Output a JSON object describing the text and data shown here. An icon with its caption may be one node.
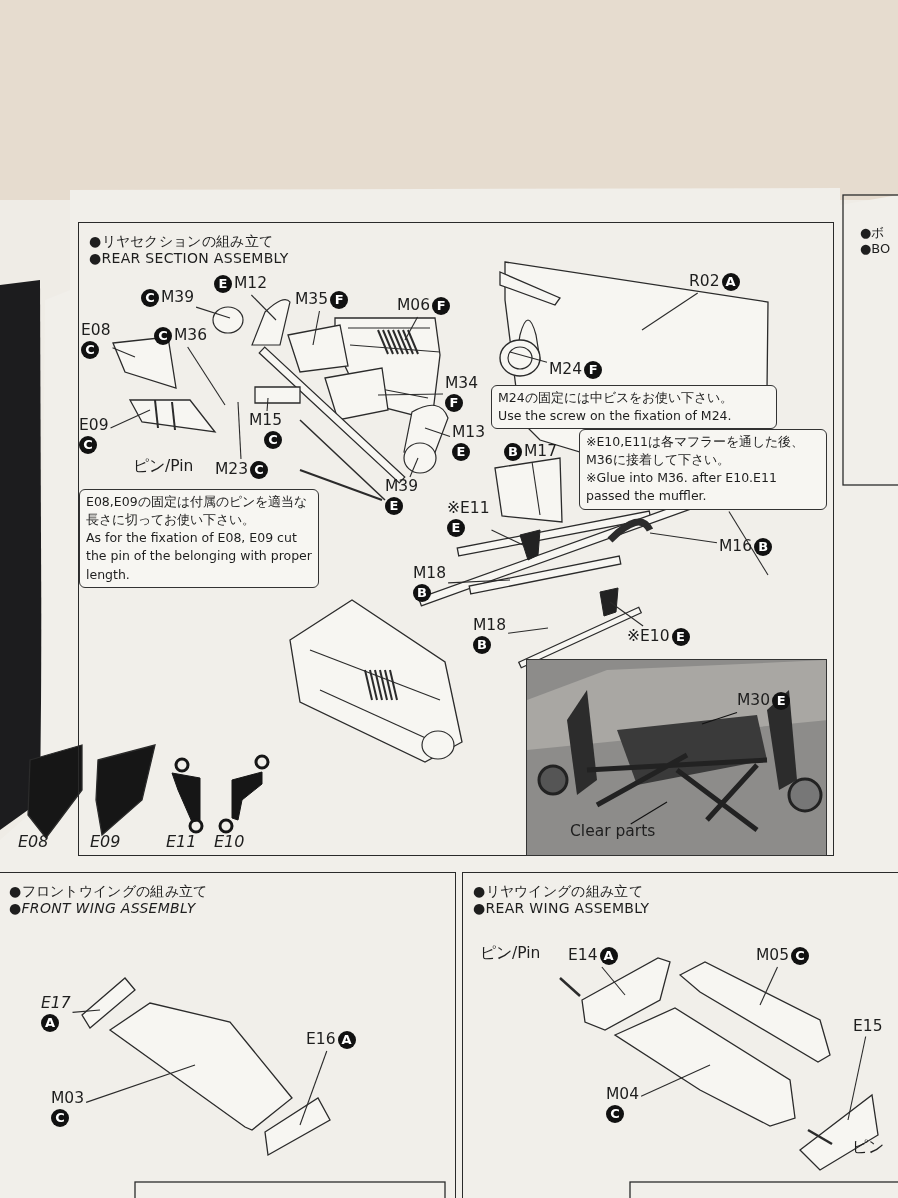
{
  "diagram": {
    "nodes": [
      {
        "text": [
          "●リヤセクションの組み立て",
          "●REAR SECTION ASSEMBLY"
        ]
      },
      {
        "text": [
          "R02",
          "A"
        ],
        "in": 0
      },
      {
        "text": [
          "E",
          "M12"
        ],
        "in": 0
      },
      {
        "text": [
          "C",
          "M39"
        ],
        "in": 0
      },
      {
        "text": [
          "M35",
          "F"
        ],
        "in": 0
      },
      {
        "text": [
          "M06",
          "F"
        ],
        "in": 0
      },
      {
        "text": [
          "E08",
          "C"
        ],
        "in": 0
      },
      {
        "text": [
          "C",
          "M36"
        ],
        "in": 0
      },
      {
        "text": [
          "M24",
          "F"
        ],
        "in": 0
      },
      {
        "text": [
          "M24の固定には中ビスをお使い下さい。",
          "Use the screw on the fixation of M24."
        ],
        "in": 0
      },
      {
        "text": [
          "M34",
          "F"
        ],
        "in": 0
      },
      {
        "text": [
          "E09",
          "C"
        ],
        "in": 0
      },
      {
        "text": [
          "M15",
          "C"
        ],
        "in": 0
      },
      {
        "text": [
          "M13",
          "E"
        ],
        "in": 0
      },
      {
        "text": [
          "※E10,E11は各マフラーを通した後、M36に接着して下さい。",
          "※Glue into M36. after E10.E11 passed the muffler."
        ],
        "in": 0
      },
      {
        "text": [
          "B",
          "M17"
        ],
        "in": 0
      },
      {
        "text": [
          "M23",
          "C"
        ],
        "in": 0
      },
      {
        "text": [
          "E08,E09の固定は付属のピンを適当な長さに切ってお使い下さい。",
          "As for the fixation of E08, E09 cut the pin of the belonging with proper length."
        ],
        "in": 0
      },
      {
        "text": [
          "M39",
          "E"
        ],
        "in": 0
      },
      {
        "text": [
          "※E11",
          "E"
        ],
        "in": 0
      },
      {
        "text": [
          "M16",
          "B"
        ],
        "in": 0
      },
      {
        "text": [
          "M18",
          "B"
        ],
        "in": 0
      },
      {
        "text": [
          "M18",
          "B"
        ],
        "in": 0
      },
      {
        "text": [
          "※E10",
          "E"
        ],
        "in": 0
      },
      {
        "text": [],
        "shape": "picture",
        "in": 0
      },
      {
        "text": [
          "M30",
          "E"
        ],
        "in": 24
      },
      {
        "text": [
          "Clear parts"
        ],
        "in": 24
      },
      {
        "text": [
          "●フロントウイングの組み立て",
          "●FRONT WING ASSEMBLY"
        ]
      },
      {
        "text": [
          "E17",
          "A"
        ],
        "in": 27
      },
      {
        "text": [
          "E16",
          "A"
        ],
        "in": 27
      },
      {
        "text": [
          "M03",
          "C"
        ],
        "in": 27
      },
      {
        "text": [
          "●リヤウイングの組み立て",
          "●REAR WING ASSEMBLY"
        ]
      },
      {
        "text": [
          "E14",
          "A"
        ],
        "in": 31
      },
      {
        "text": [
          "M05",
          "C"
        ],
        "in": 31
      },
      {
        "text": [
          "E15"
        ],
        "in": 31
      },
      {
        "text": [
          "M04",
          "C"
        ],
        "in": 31
      }
    ],
    "edges": [
      {
        "from": 1,
        "to": null,
        "arrow": "none"
      },
      {
        "from": 2,
        "to": null,
        "arrow": "none"
      },
      {
        "from": 3,
        "to": null,
        "arrow": "none"
      },
      {
        "from": 4,
        "to": null,
        "arrow": "none"
      },
      {
        "from": 5,
        "to": null,
        "arrow": "none"
      },
      {
        "from": 6,
        "to": null,
        "arrow": "none"
      },
      {
        "from": 7,
        "to": null,
        "arrow": "none"
      },
      {
        "from": 8,
        "to": null,
        "arrow": "none"
      },
      {
        "from": 10,
        "to": null,
        "arrow": "none"
      },
      {
        "from": 11,
        "to": null,
        "arrow": "none"
      },
      {
        "from": 12,
        "to": null,
        "arrow": "none"
      },
      {
        "from": 13,
        "to": null,
        "arrow": "none"
      },
      {
        "from": 14,
        "to": null,
        "arrow": "none"
      },
      {
        "from": 15,
        "to": null,
        "arrow": "none"
      },
      {
        "from": 16,
        "to": null,
        "arrow": "none"
      },
      {
        "from": 18,
        "to": null,
        "arrow": "none"
      },
      {
        "from": 19,
        "to": null,
        "arrow": "none"
      },
      {
        "from": 20,
        "to": null,
        "arrow": "none"
      },
      {
        "from": 21,
        "to": null,
        "arrow": "none"
      },
      {
        "from": 22,
        "to": null,
        "arrow": "none"
      },
      {
        "from": 23,
        "to": null,
        "arrow": "none"
      },
      {
        "from": 25,
        "to": null,
        "arrow": "none"
      },
      {
        "from": 26,
        "to": null,
        "arrow": "none"
      },
      {
        "from": 28,
        "to": null,
        "arrow": "none"
      },
      {
        "from": 29,
        "to": null,
        "arrow": "none"
      },
      {
        "from": 30,
        "to": null,
        "arrow": "none"
      },
      {
        "from": 32,
        "to": null,
        "arrow": "none"
      },
      {
        "from": 33,
        "to": null,
        "arrow": "none"
      },
      {
        "from": 34,
        "to": null,
        "arrow": "none"
      },
      {
        "from": 35,
        "to": null,
        "arrow": "none"
      }
    ],
    "labels": [
      "ピン/Pin",
      "E08",
      "E09",
      "E11",
      "E10",
      "ピン/Pin",
      "ピン",
      "●ボ",
      "●BO"
    ]
  }
}
